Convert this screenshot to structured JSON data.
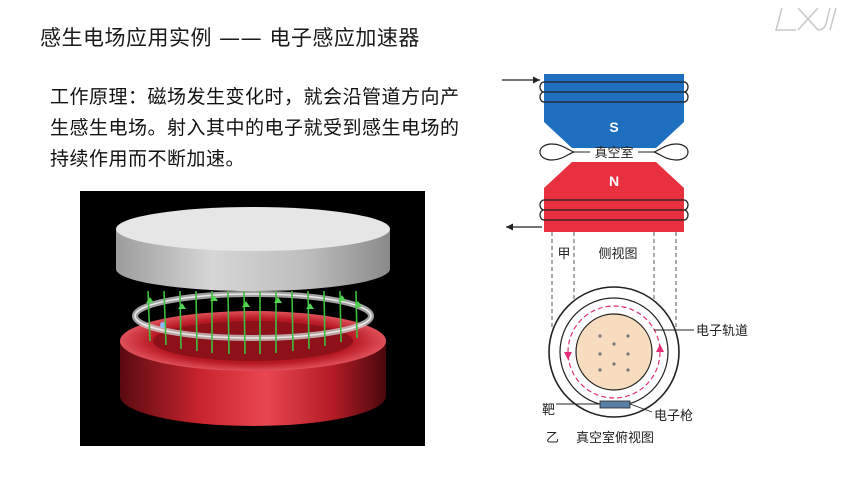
{
  "title": "感生电场应用实例 —— 电子感应加速器",
  "principle_text": "工作原理：磁场发生变化时，就会沿管道方向产生感生电场。射入其中的电子就受到感生电场的持续作用而不断加速。",
  "diagram": {
    "magnet_top_label": "S",
    "magnet_bottom_label": "N",
    "vacuum_chamber_label": "真空室",
    "side_marker": "甲",
    "side_view_label": "侧视图",
    "electron_orbit_label": "电子轨道",
    "target_label": "靶",
    "electron_gun_label": "电子枪",
    "top_marker": "乙",
    "top_view_label": "真空室俯视图"
  },
  "logo_text": "LXJ",
  "colors": {
    "magnet_top": "#1f6fc0",
    "magnet_bottom": "#e8303f",
    "orbit": "#e0307a",
    "core": "#f7dcc0"
  }
}
